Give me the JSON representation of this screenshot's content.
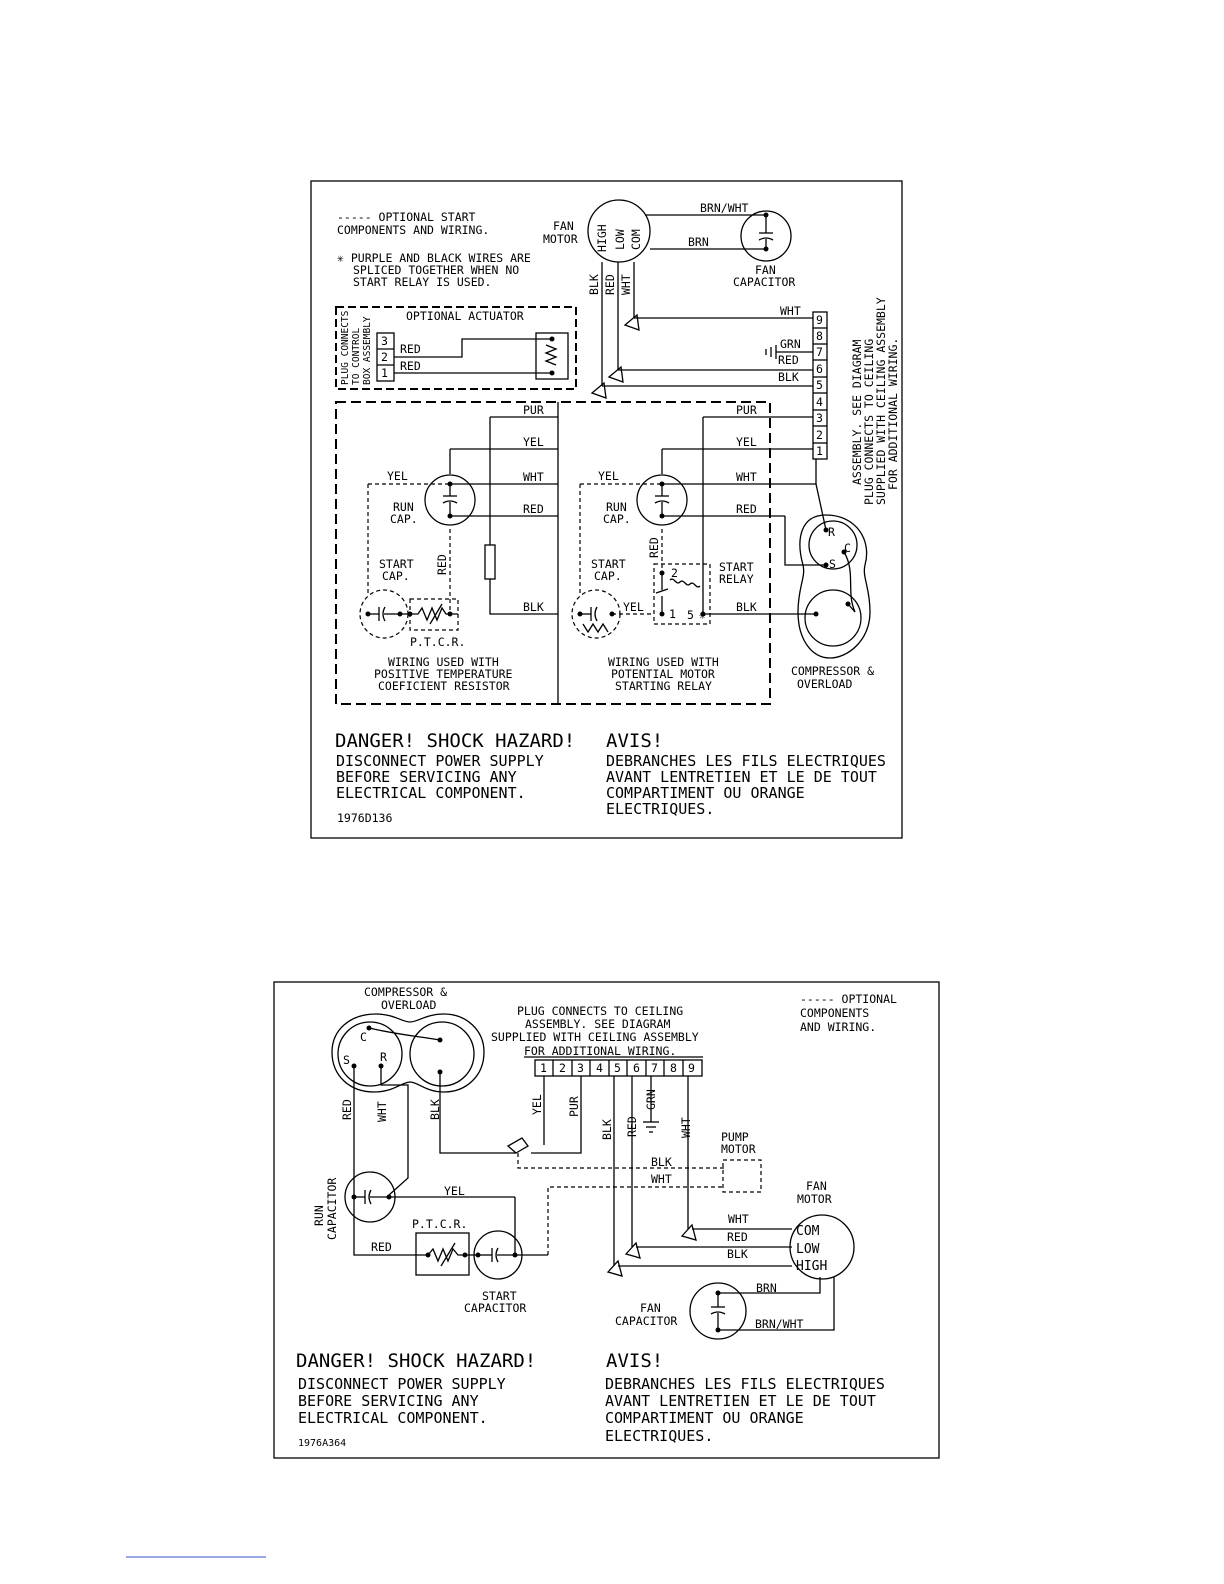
{
  "diagram1": {
    "legend_line1": "----- OPTIONAL START",
    "legend_line2": "COMPONENTS AND WIRING.",
    "note_line1": "✳ PURPLE AND BLACK WIRES ARE",
    "note_line2": "SPLICED TOGETHER WHEN NO",
    "note_line3": "START RELAY IS USED.",
    "fan_motor_line1": "FAN",
    "fan_motor_line2": "MOTOR",
    "motor_terminals": [
      "HIGH",
      "LOW",
      "COM"
    ],
    "motor_wires": [
      "BLK",
      "RED",
      "WHT"
    ],
    "brn_wht": "BRN/WHT",
    "brn": "BRN",
    "fan_capacitor_line1": "FAN",
    "fan_capacitor_line2": "CAPACITOR",
    "actuator_title": "OPTIONAL ACTUATOR",
    "actuator_plug_line1": "PLUG CONNECTS",
    "actuator_plug_line2": "TO CONTROL",
    "actuator_plug_line3": "BOX ASSEMBLY",
    "actuator_pins": [
      "3",
      "2",
      "1"
    ],
    "actuator_wire_red_a": "RED",
    "actuator_wire_red_b": "RED",
    "plug_pins": [
      "9",
      "8",
      "7",
      "6",
      "5",
      "4",
      "3",
      "2",
      "1"
    ],
    "plug_wire_wht": "WHT",
    "plug_wire_grn": "GRN",
    "plug_wire_red": "RED",
    "plug_wire_blk": "BLK",
    "ceiling_note_line1": "PLUG CONNECTS TO CEILING",
    "ceiling_note_line2": "ASSEMBLY.  SEE DIAGRAM",
    "ceiling_note_line3": "SUPPLIED WITH CEILING ASSEMBLY",
    "ceiling_note_line4": "FOR ADDITIONAL WIRING.",
    "left_pur": "PUR",
    "left_yel_top": "YEL",
    "left_yel_side": "YEL",
    "left_wht": "WHT",
    "left_red": "RED",
    "left_blk": "BLK",
    "left_red_vertical": "RED",
    "run_cap_line1": "RUN",
    "run_cap_line2": "CAP.",
    "start_cap_line1": "START",
    "start_cap_line2": "CAP.",
    "ptcr": "P.T.C.R.",
    "left_caption_line1": "WIRING USED WITH",
    "left_caption_line2": "POSITIVE TEMPERATURE",
    "left_caption_line3": "COEFICIENT RESISTOR",
    "right_pur": "PUR",
    "right_yel_top": "YEL",
    "right_yel_side": "YEL",
    "right_wht": "WHT",
    "right_red": "RED",
    "right_blk": "BLK",
    "right_red_vertical": "RED",
    "right_yel_low": "YEL",
    "right_run_cap_line1": "RUN",
    "right_run_cap_line2": "CAP.",
    "right_start_cap_line1": "START",
    "right_start_cap_line2": "CAP.",
    "start_relay_line1": "START",
    "start_relay_line2": "RELAY",
    "relay_pin2": "2",
    "relay_pin1": "1",
    "relay_pin5": "5",
    "relay_star": "✳",
    "right_caption_line1": "WIRING USED WITH",
    "right_caption_line2": "POTENTIAL MOTOR",
    "right_caption_line3": "STARTING RELAY",
    "compressor_r": "R",
    "compressor_c": "C",
    "compressor_s": "S",
    "compressor_line1": "COMPRESSOR &",
    "compressor_line2": "OVERLOAD",
    "danger": "DANGER! SHOCK HAZARD!",
    "avis": "AVIS!",
    "danger_line1": "DISCONNECT POWER SUPPLY",
    "danger_line2": "BEFORE SERVICING ANY",
    "danger_line3": "ELECTRICAL COMPONENT.",
    "avis_line1": "DEBRANCHES LES FILS ELECTRIQUES",
    "avis_line2": "AVANT LENTRETIEN ET LE DE TOUT",
    "avis_line3": "COMPARTIMENT OU ORANGE",
    "avis_line4": "ELECTRIQUES.",
    "code": "1976D136"
  },
  "diagram2": {
    "compressor_line1": "COMPRESSOR &",
    "compressor_line2": "OVERLOAD",
    "compressor_c": "C",
    "compressor_s": "S",
    "compressor_r": "R",
    "plug_note_line1": "PLUG CONNECTS TO CEILING",
    "plug_note_line2": "ASSEMBLY.  SEE DIAGRAM",
    "plug_note_line3": "SUPPLIED WITH CEILING ASSEMBLY",
    "plug_note_line4": "FOR ADDITIONAL WIRING.",
    "plug_pins": [
      "1",
      "2",
      "3",
      "4",
      "5",
      "6",
      "7",
      "8",
      "9"
    ],
    "legend_line1": "----- OPTIONAL",
    "legend_line2": "COMPONENTS",
    "legend_line3": "AND WIRING.",
    "wire_red": "RED",
    "wire_wht": "WHT",
    "wire_blk": "BLK",
    "wire_yel": "YEL",
    "wire_pur": "PUR",
    "wire_blk2": "BLK",
    "wire_red2": "RED",
    "wire_grn": "GRN",
    "wire_wht2": "WHT",
    "pump_motor_line1": "PUMP",
    "pump_motor_line2": "MOTOR",
    "pump_blk": "BLK",
    "pump_wht": "WHT",
    "run_capacitor_line1": "RUN",
    "run_capacitor_line2": "CAPACITOR",
    "yel_label": "YEL",
    "ptcr": "P.T.C.R.",
    "red_label": "RED",
    "start_capacitor_line1": "START",
    "start_capacitor_line2": "CAPACITOR",
    "fan_motor_line1": "FAN",
    "fan_motor_line2": "MOTOR",
    "motor_wht": "WHT",
    "motor_red": "RED",
    "motor_blk": "BLK",
    "motor_com": "COM",
    "motor_low": "LOW",
    "motor_high": "HIGH",
    "brn": "BRN",
    "brn_wht": "BRN/WHT",
    "fan_capacitor_line1": "FAN",
    "fan_capacitor_line2": "CAPACITOR",
    "danger": "DANGER! SHOCK HAZARD!",
    "avis": "AVIS!",
    "danger_line1": "DISCONNECT POWER SUPPLY",
    "danger_line2": "BEFORE SERVICING ANY",
    "danger_line3": "ELECTRICAL COMPONENT.",
    "avis_line1": "DEBRANCHES LES FILS ELECTRIQUES",
    "avis_line2": "AVANT LENTRETIEN ET LE DE TOUT",
    "avis_line3": "COMPARTIMENT OU ORANGE",
    "avis_line4": "ELECTRIQUES.",
    "code": "1976A364"
  }
}
